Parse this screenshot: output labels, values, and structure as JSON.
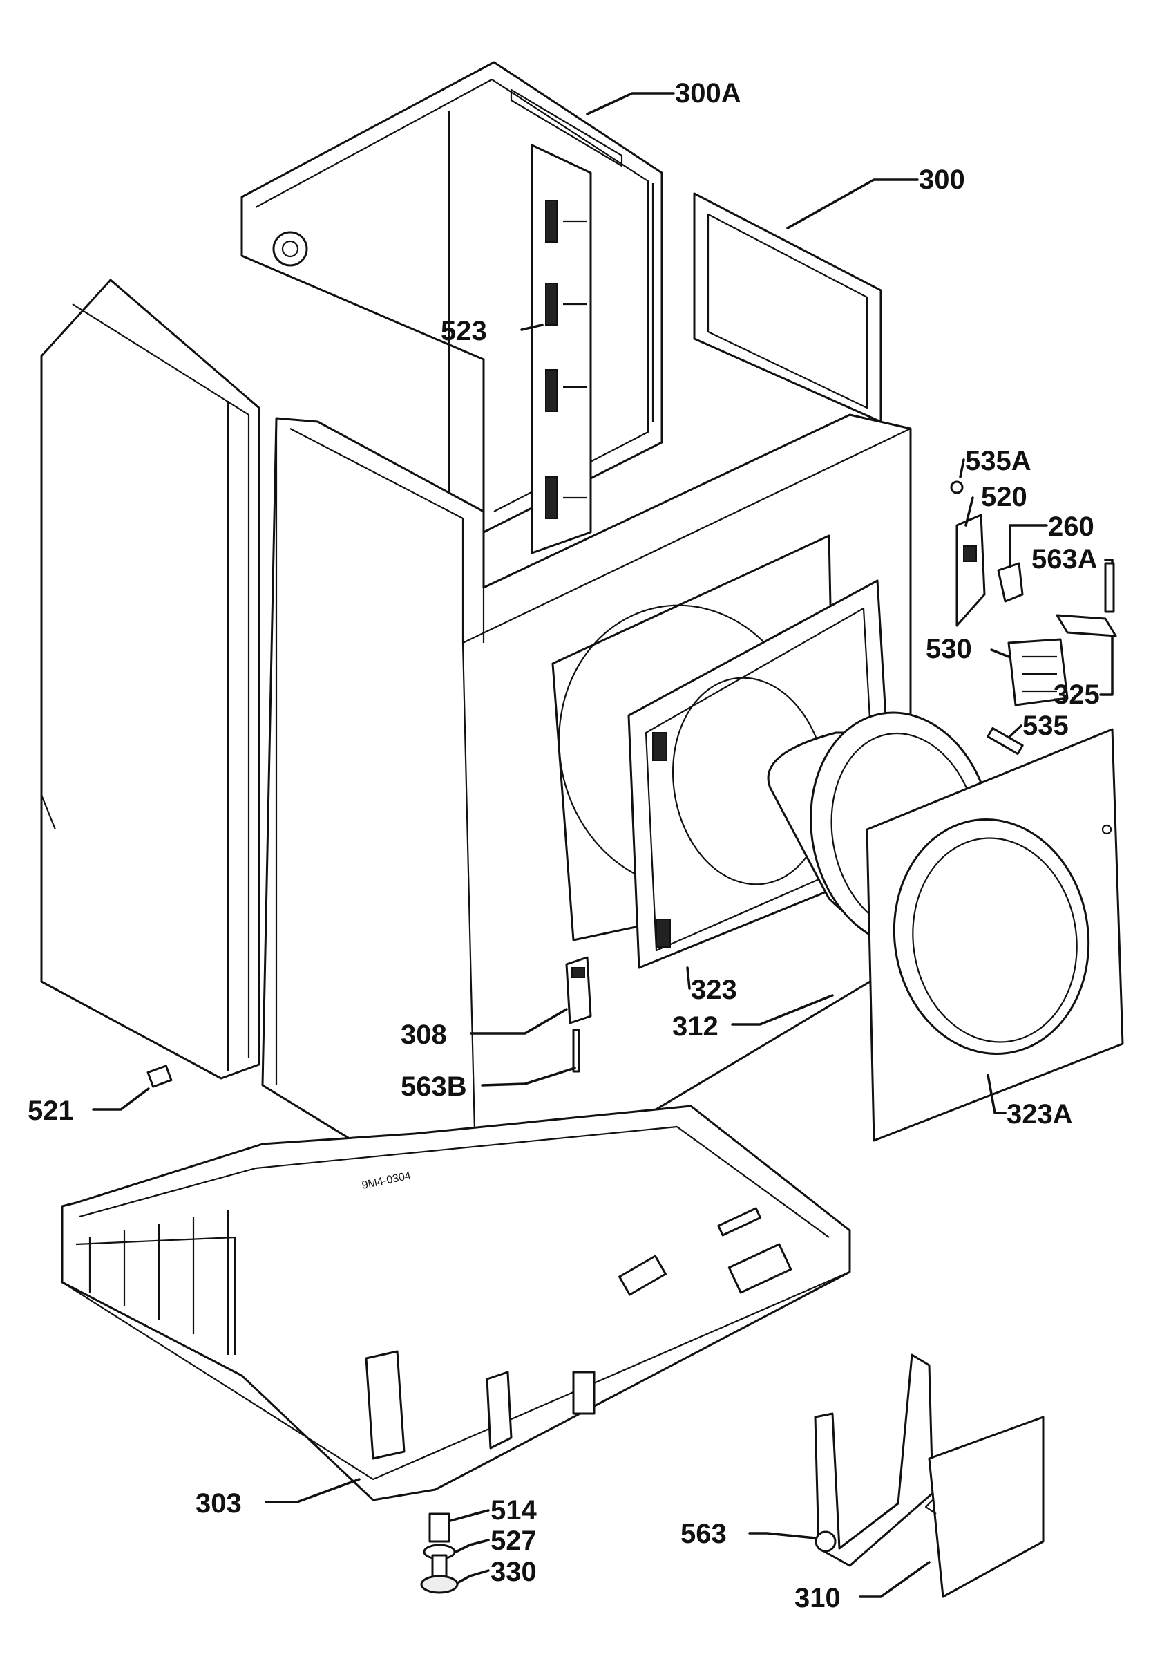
{
  "labels": {
    "l300A": "300A",
    "l300": "300",
    "l523": "523",
    "l535A": "535A",
    "l520": "520",
    "l260": "260",
    "l563A": "563A",
    "l530": "530",
    "l325": "325",
    "l535": "535",
    "l323": "323",
    "l312": "312",
    "l308": "308",
    "l563B": "563B",
    "l521": "521",
    "l323A": "323A",
    "l303": "303",
    "l514": "514",
    "l527": "527",
    "l330": "330",
    "l563": "563",
    "l310": "310"
  },
  "stamp": "9M4-0304"
}
